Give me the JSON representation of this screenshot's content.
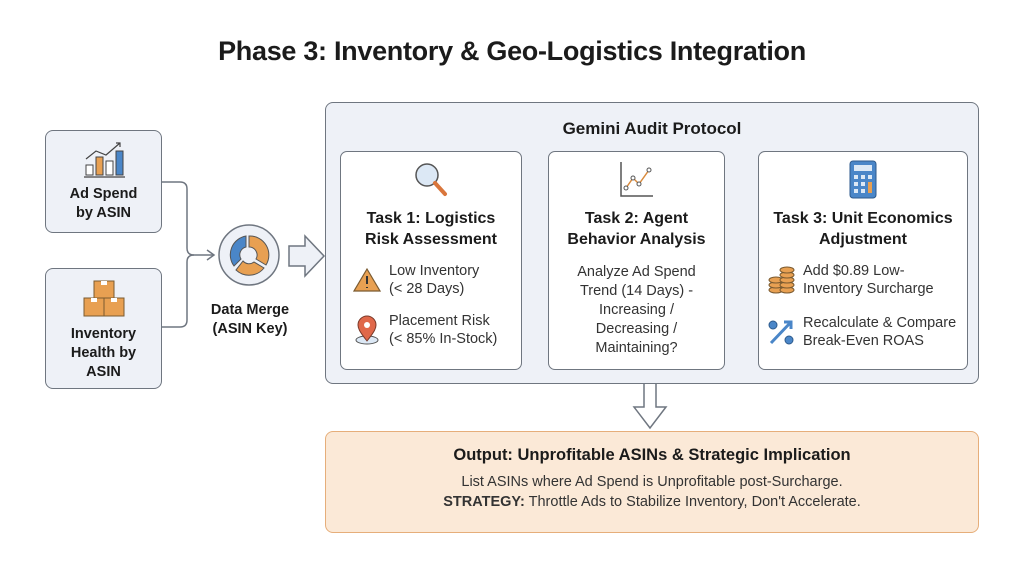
{
  "title": "Phase 3: Inventory & Geo-Logistics Integration",
  "sources": [
    {
      "label_line1": "Ad Spend",
      "label_line2": "by ASIN",
      "icon": "bar-chart-icon"
    },
    {
      "label_line1": "Inventory",
      "label_line2": "Health by",
      "label_line3": "ASIN",
      "icon": "boxes-icon"
    }
  ],
  "merge": {
    "label_line1": "Data Merge",
    "label_line2": "(ASIN Key)",
    "icon": "donut-chart-icon"
  },
  "protocol": {
    "title": "Gemini Audit Protocol",
    "tasks": [
      {
        "title_line1": "Task 1: Logistics",
        "title_line2": "Risk Assessment",
        "icon": "magnifier-icon",
        "items": [
          {
            "icon": "warning-icon",
            "line1": "Low Inventory",
            "line2": "(< 28 Days)"
          },
          {
            "icon": "location-pin-icon",
            "line1": "Placement Risk",
            "line2": "(< 85% In-Stock)"
          }
        ]
      },
      {
        "title_line1": "Task 2: Agent",
        "title_line2": "Behavior Analysis",
        "icon": "line-chart-icon",
        "desc": [
          "Analyze Ad Spend",
          "Trend (14 Days) -",
          "Increasing /",
          "Decreasing /",
          "Maintaining?"
        ]
      },
      {
        "title_line1": "Task 3: Unit Economics",
        "title_line2": "Adjustment",
        "icon": "calculator-icon",
        "items": [
          {
            "icon": "coins-icon",
            "line1": "Add $0.89 Low-",
            "line2": "Inventory Surcharge"
          },
          {
            "icon": "percent-icon",
            "line1": "Recalculate & Compare",
            "line2": "Break-Even ROAS"
          }
        ]
      }
    ]
  },
  "output": {
    "title": "Output: Unprofitable ASINs & Strategic Implication",
    "line1": "List ASINs where Ad Spend is Unprofitable post-Surcharge.",
    "strategy_label": "STRATEGY:",
    "strategy_text": " Throttle Ads to Stabilize Inventory, Don't Accelerate."
  },
  "colors": {
    "blue": "#4a86c8",
    "orange": "#e8a052",
    "panel": "#eef1f7",
    "output_bg": "#fbe9d7"
  }
}
